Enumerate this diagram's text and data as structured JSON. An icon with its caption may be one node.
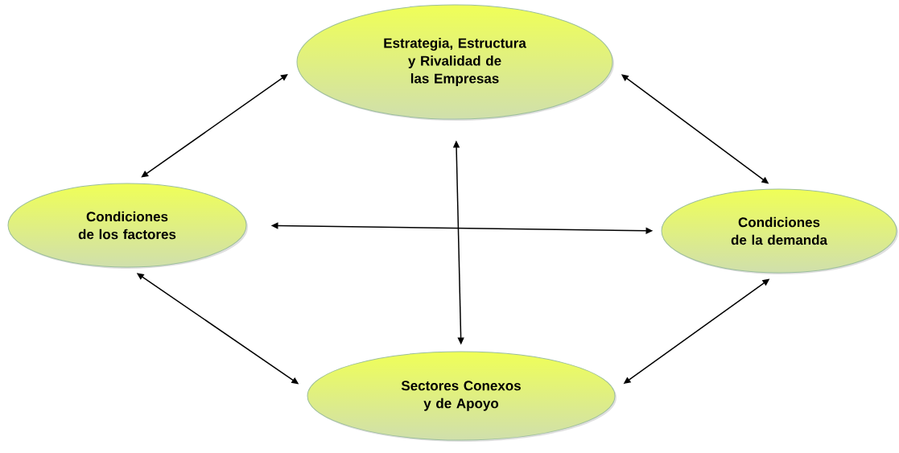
{
  "diagram": {
    "nodes": [
      {
        "text": [
          "Estrategia, Estructura y Rivalidad de las Empresas"
        ]
      },
      {
        "text": [
          "Condiciones de los factores"
        ]
      },
      {
        "text": [
          "Condiciones de la demanda"
        ]
      },
      {
        "text": [
          "Sectores Conexos y de Apoyo"
        ]
      }
    ],
    "edges": [
      {
        "from": 0,
        "to": 1,
        "arrow": "both"
      },
      {
        "from": 0,
        "to": 2,
        "arrow": "both"
      },
      {
        "from": 1,
        "to": 2,
        "arrow": "both"
      },
      {
        "from": 0,
        "to": 3,
        "arrow": "both"
      },
      {
        "from": 1,
        "to": 3,
        "arrow": "both"
      },
      {
        "from": 2,
        "to": 3,
        "arrow": "both"
      }
    ]
  }
}
